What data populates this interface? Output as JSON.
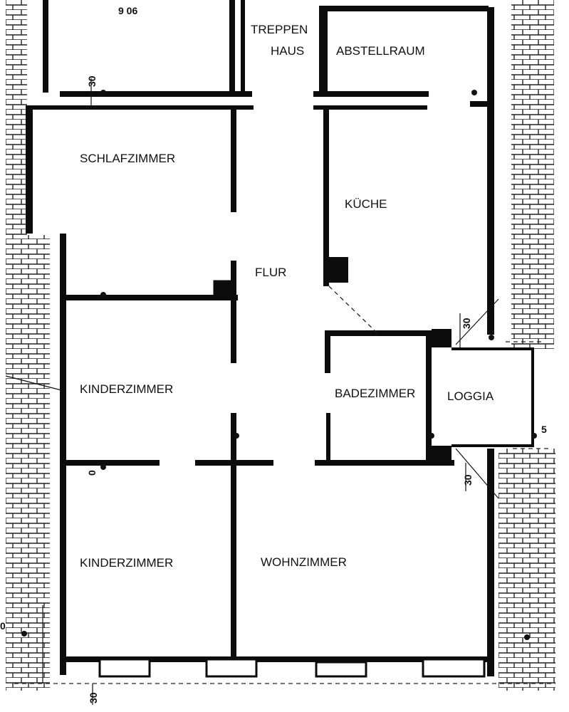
{
  "rooms": {
    "treppen": "TREPPEN",
    "haus": "HAUS",
    "abstellraum": "ABSTELLRAUM",
    "schlafzimmer": "SCHLAFZIMMER",
    "kueche": "KÜCHE",
    "flur": "FLUR",
    "kinderzimmer_1": "KINDERZIMMER",
    "badezimmer": "BADEZIMMER",
    "loggia": "LOGGIA",
    "kinderzimmer_2": "KINDERZIMMER",
    "wohnzimmer": "WOHNZIMMER"
  },
  "dimensions": {
    "top_note": "9 06",
    "wall_top_left": "30",
    "wall_kitchen": "30",
    "wall_loggia": "30",
    "wall_mid_left": "0",
    "wall_bottom": "30",
    "edge_left": "0",
    "edge_right": "5"
  }
}
